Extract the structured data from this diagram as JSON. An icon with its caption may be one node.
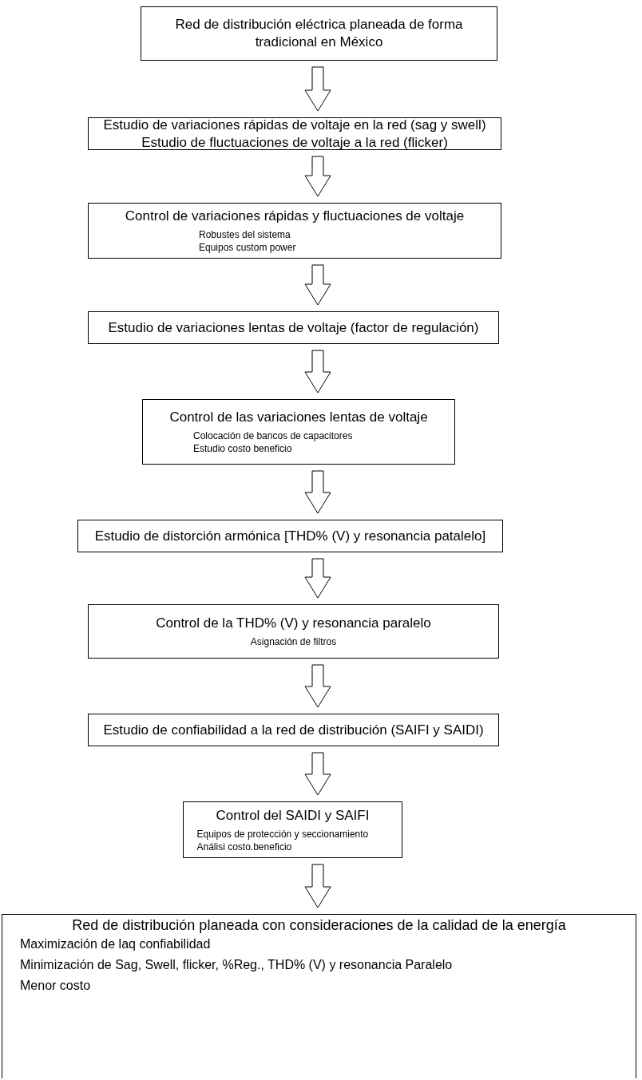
{
  "diagram": {
    "nodes": [
      {
        "text": [
          "Red de distribución eléctrica planeada de forma tradicional en México"
        ]
      },
      {
        "text": [
          "Estudio de variaciones rápidas de voltaje en la red (sag y swell)",
          "Estudio de fluctuaciones de voltaje a la red (flicker)"
        ]
      },
      {
        "text": [
          "Control de variaciones rápidas y fluctuaciones de voltaje",
          "Robustes del sistema",
          "Equipos custom power"
        ]
      },
      {
        "text": [
          "Estudio de variaciones lentas de voltaje (factor de regulación)"
        ]
      },
      {
        "text": [
          "Control de las variaciones lentas de voltaje",
          "Colocación de bancos de capacitores",
          "Estudio costo beneficio"
        ]
      },
      {
        "text": [
          "Estudio de distorción armónica [THD% (V) y resonancia patalelo]"
        ]
      },
      {
        "text": [
          "Control de la THD% (V) y resonancia paralelo",
          "Asignación de filtros"
        ]
      },
      {
        "text": [
          "Estudio de confiabilidad a la red de distribución (SAIFI y SAIDI)"
        ]
      },
      {
        "text": [
          "Control del SAIDI y SAIFI",
          "Equipos de protección y seccionamiento",
          "Análisi costo.beneficio"
        ]
      },
      {
        "text": [
          "Red de distribución planeada con consideraciones de la calidad de la energía",
          "Maximización de laq confiabilidad",
          "Minimización de Sag, Swell, flicker, %Reg., THD% (V) y resonancia Paralelo",
          "Menor costo"
        ]
      }
    ],
    "edges": [
      {
        "from": 0,
        "to": 1,
        "arrow": "to"
      },
      {
        "from": 1,
        "to": 2,
        "arrow": "to"
      },
      {
        "from": 2,
        "to": 3,
        "arrow": "to"
      },
      {
        "from": 3,
        "to": 4,
        "arrow": "to"
      },
      {
        "from": 4,
        "to": 5,
        "arrow": "to"
      },
      {
        "from": 5,
        "to": 6,
        "arrow": "to"
      },
      {
        "from": 6,
        "to": 7,
        "arrow": "to"
      },
      {
        "from": 7,
        "to": 8,
        "arrow": "to"
      },
      {
        "from": 8,
        "to": 9,
        "arrow": "to"
      }
    ]
  }
}
